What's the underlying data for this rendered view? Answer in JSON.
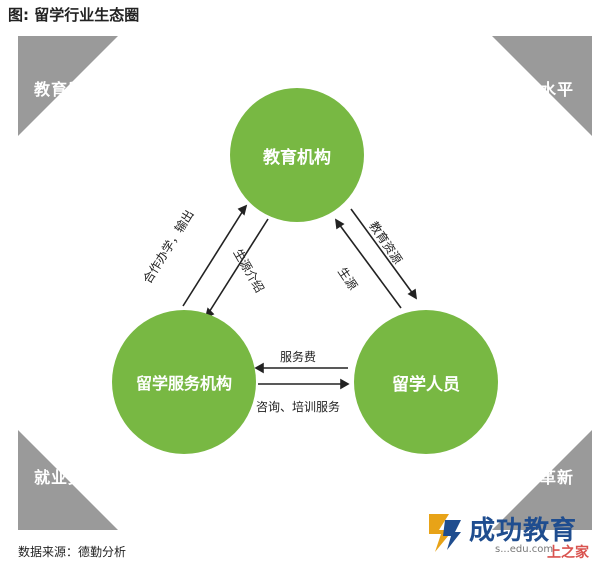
{
  "title": "图: 留学行业生态圈",
  "corners": {
    "top_left": "教育質量",
    "top_right": "经济水平",
    "bottom_left": "就业竞争",
    "bottom_right": "技术革新"
  },
  "nodes": {
    "top": "教育机构",
    "left": "留学服务机构",
    "right": "留学人员"
  },
  "edges": {
    "left_outer": "合作办学，输出",
    "left_inner": "生源介绍",
    "right_outer": "教育资源",
    "right_inner": "生源",
    "bottom_top": "服务费",
    "bottom_bottom": "咨询、培训服务"
  },
  "source": "数据来源：德勤分析",
  "logo": {
    "name": "成功教育",
    "url": "s...edu.com",
    "badge": "上之家"
  },
  "colors": {
    "node_green": "#78b843",
    "frame_gray": "#9a9a9a",
    "logo_blue": "#1f4d8f",
    "logo_orange": "#e8a317"
  }
}
